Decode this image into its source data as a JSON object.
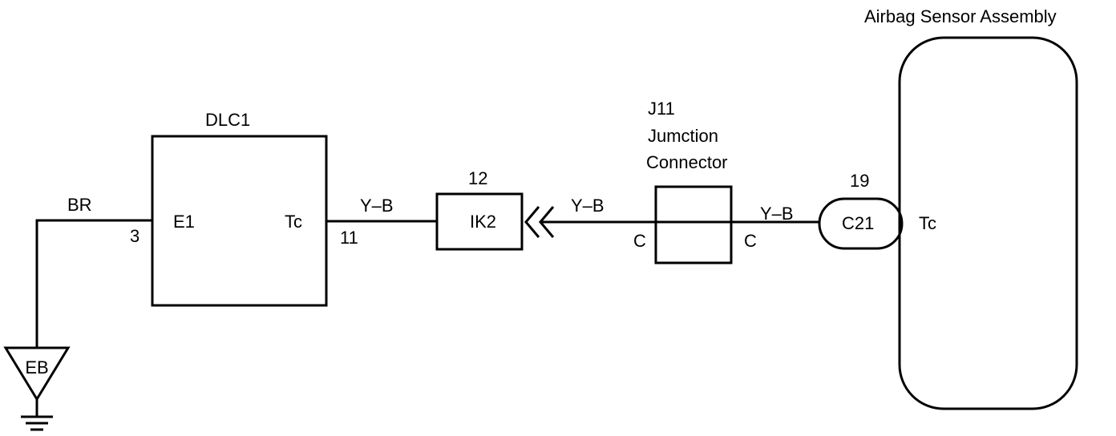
{
  "labels": {
    "airbag_sensor_title": "Airbag Sensor Assembly",
    "airbag_tc": "Tc",
    "dlc1_title": "DLC1",
    "dlc1_e1": "E1",
    "dlc1_tc": "Tc",
    "pin_3": "3",
    "pin_11": "11",
    "wire_br": "BR",
    "wire_yb_1": "Y–B",
    "wire_yb_2": "Y–B",
    "wire_yb_3": "Y–B",
    "ik2_pin": "12",
    "ik2_name": "IK2",
    "j11_line1": "J11",
    "j11_line2": "Jumction",
    "j11_line3": "Connector",
    "j11_left_c": "C",
    "j11_right_c": "C",
    "c21_pin": "19",
    "c21_name": "C21",
    "ground_eb": "EB"
  },
  "colors": {
    "line": "#000000",
    "background": "#ffffff"
  }
}
